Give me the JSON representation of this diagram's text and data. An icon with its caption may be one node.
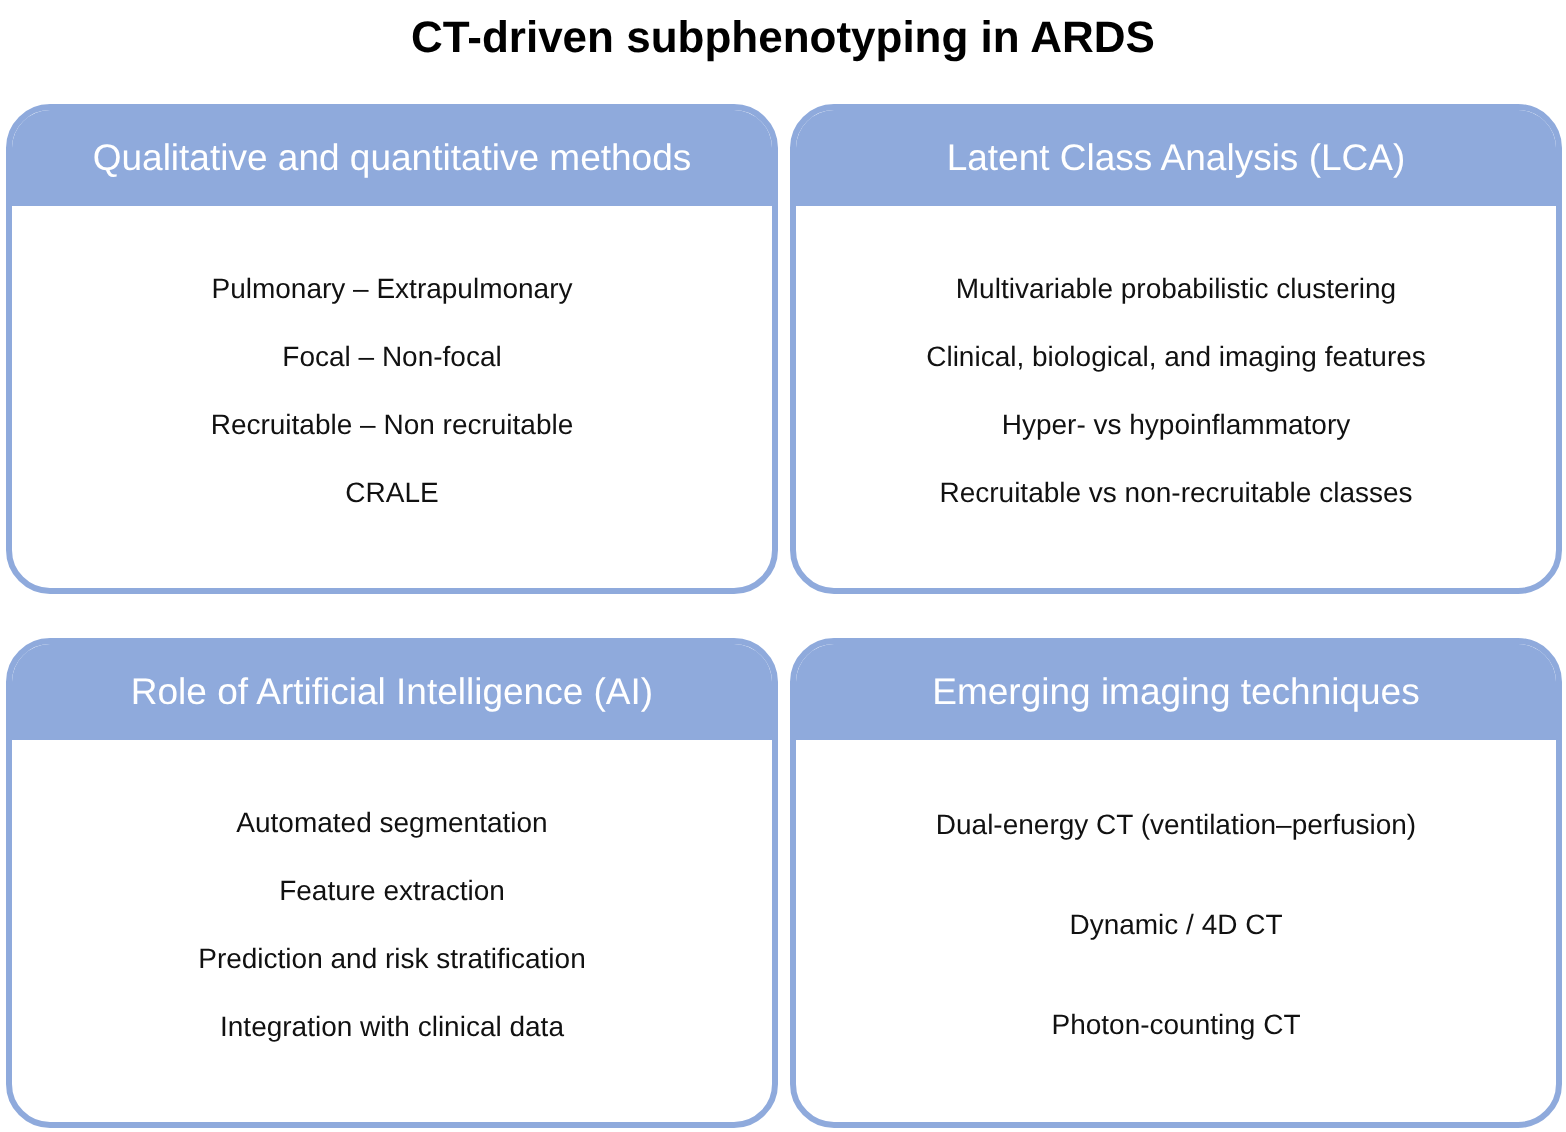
{
  "diagram": {
    "title": "CT-driven subphenotyping in ARDS",
    "nodes": [
      {
        "text": [
          "Qualitative and quantitative methods",
          "Pulmonary – Extrapulmonary",
          "Focal – Non-focal",
          "Recruitable – Non recruitable",
          "CRALE"
        ]
      },
      {
        "text": [
          "Latent Class Analysis (LCA)",
          "Multivariable probabilistic clustering",
          "Clinical, biological, and imaging features",
          "Hyper- vs hypoinflammatory",
          "Recruitable vs non-recruitable classes"
        ]
      },
      {
        "text": [
          "Role of Artificial Intelligence (AI)",
          "Automated segmentation",
          "Feature extraction",
          "Prediction and risk stratification",
          "Integration with clinical data"
        ]
      },
      {
        "text": [
          "Emerging imaging techniques",
          "Dual-energy CT (ventilation–perfusion)",
          "Dynamic / 4D CT",
          "Photon-counting CT"
        ]
      }
    ]
  }
}
